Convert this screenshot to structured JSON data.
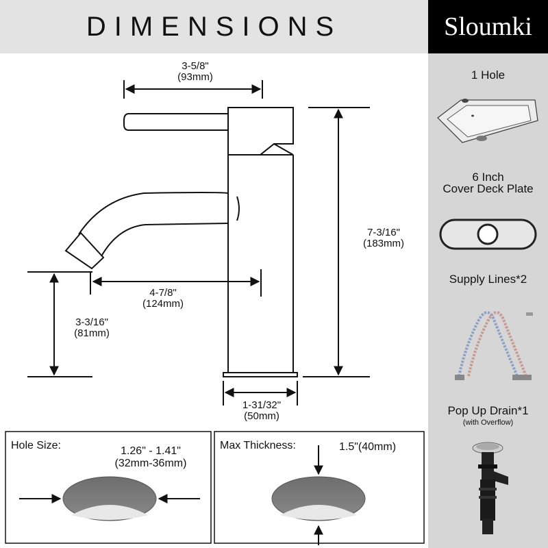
{
  "header": {
    "title": "DIMENSIONS",
    "brand": "Sloumki"
  },
  "dimensions": {
    "handle_width": {
      "imperial": "3-5/8\"",
      "metric": "(93mm)"
    },
    "height": {
      "imperial": "7-3/16\"",
      "metric": "(183mm)"
    },
    "spout_reach": {
      "imperial": "4-7/8\"",
      "metric": "(124mm)"
    },
    "spout_height": {
      "imperial": "3-3/16\"",
      "metric": "(81mm)"
    },
    "base_width": {
      "imperial": "1-31/32\"",
      "metric": "(50mm)"
    }
  },
  "sidebar": {
    "items": [
      {
        "label": "1 Hole",
        "icon": "sink-icon"
      },
      {
        "label_line1": "6 Inch",
        "label_line2": "Cover Deck Plate",
        "icon": "deck-plate-icon"
      },
      {
        "label": "Supply Lines*2",
        "icon": "supply-lines-icon"
      },
      {
        "label": "Pop Up Drain*1",
        "sublabel": "(with Overflow)",
        "icon": "drain-icon"
      }
    ]
  },
  "panels": {
    "hole_size": {
      "label": "Hole Size:",
      "value_line1": "1.26\" - 1.41\"",
      "value_line2": "(32mm-36mm)"
    },
    "max_thickness": {
      "label": "Max Thickness:",
      "value": "1.5\"(40mm)"
    }
  },
  "colors": {
    "header_bg": "#e3e3e3",
    "brand_bg": "#000000",
    "sidebar_bg": "#d6d6d6",
    "hole_fill": "#7a7a7a"
  }
}
